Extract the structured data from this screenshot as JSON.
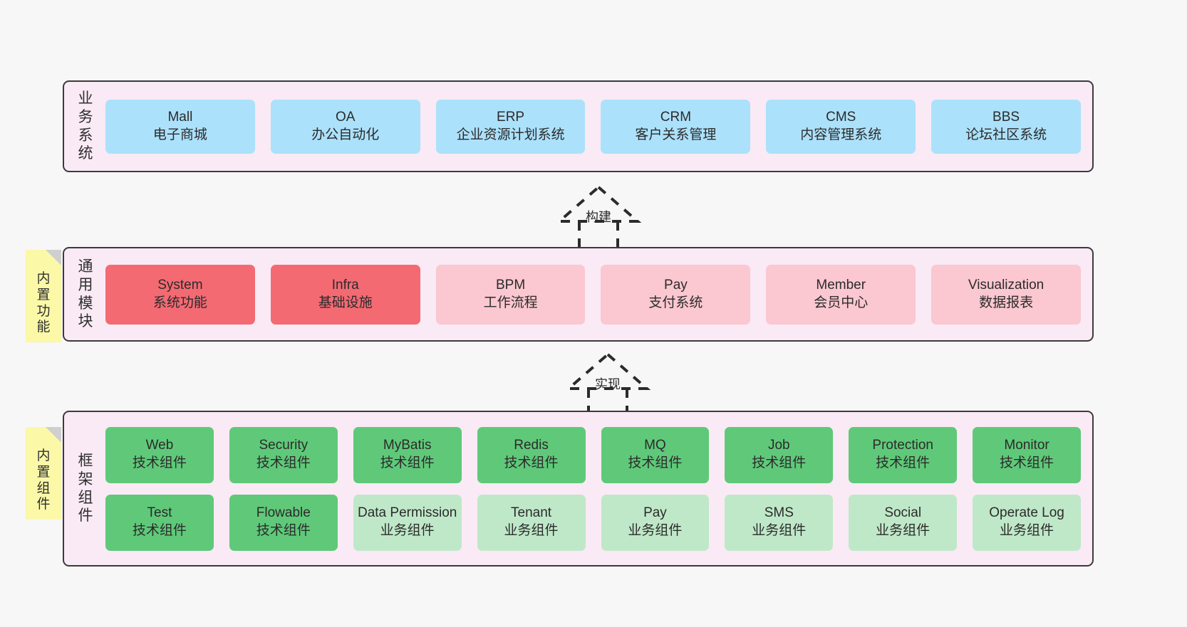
{
  "diagram": {
    "title_layer1": [
      "业",
      "务",
      "系",
      "统"
    ],
    "title_layer2": [
      "通",
      "用",
      "模",
      "块"
    ],
    "title_layer3": [
      "框",
      "架",
      "组",
      "件"
    ],
    "notes": [
      {
        "id": "builtin-function",
        "chars": [
          "内",
          "置",
          "功",
          "能"
        ]
      },
      {
        "id": "builtin-component",
        "chars": [
          "内",
          "置",
          "组",
          "件"
        ]
      }
    ],
    "arrows": [
      {
        "id": "build",
        "label": "构建"
      },
      {
        "id": "implement",
        "label": "实现"
      }
    ],
    "colors": {
      "layer_bg": "#f9eaf5",
      "layer_border": "#3b3b3b",
      "blue": "#ace1fb",
      "red": "#f46a73",
      "pink": "#fbc7d0",
      "green": "#5fc979",
      "light_green": "#bfe8c8",
      "note_yellow": "#fbf8a8",
      "note_fold": "#cfcfcf",
      "page_bg": "#f7f7f7"
    }
  },
  "layer1": {
    "label": "业务系统",
    "nodes": [
      {
        "en": "Mall",
        "cn": "电子商城",
        "color": "blue"
      },
      {
        "en": "OA",
        "cn": "办公自动化",
        "color": "blue"
      },
      {
        "en": "ERP",
        "cn": "企业资源计划系统",
        "color": "blue"
      },
      {
        "en": "CRM",
        "cn": "客户关系管理",
        "color": "blue"
      },
      {
        "en": "CMS",
        "cn": "内容管理系统",
        "color": "blue"
      },
      {
        "en": "BBS",
        "cn": "论坛社区系统",
        "color": "blue"
      }
    ]
  },
  "layer2": {
    "label": "通用模块",
    "nodes": [
      {
        "en": "System",
        "cn": "系统功能",
        "color": "red"
      },
      {
        "en": "Infra",
        "cn": "基础设施",
        "color": "red"
      },
      {
        "en": "BPM",
        "cn": "工作流程",
        "color": "pink"
      },
      {
        "en": "Pay",
        "cn": "支付系统",
        "color": "pink"
      },
      {
        "en": "Member",
        "cn": "会员中心",
        "color": "pink"
      },
      {
        "en": "Visualization",
        "cn": "数据报表",
        "color": "pink"
      }
    ]
  },
  "layer3": {
    "label": "框架组件",
    "nodes_row1": [
      {
        "en": "Web",
        "cn": "技术组件",
        "color": "green"
      },
      {
        "en": "Security",
        "cn": "技术组件",
        "color": "green"
      },
      {
        "en": "MyBatis",
        "cn": "技术组件",
        "color": "green"
      },
      {
        "en": "Redis",
        "cn": "技术组件",
        "color": "green"
      },
      {
        "en": "MQ",
        "cn": "技术组件",
        "color": "green"
      },
      {
        "en": "Job",
        "cn": "技术组件",
        "color": "green"
      },
      {
        "en": "Protection",
        "cn": "技术组件",
        "color": "green"
      },
      {
        "en": "Monitor",
        "cn": "技术组件",
        "color": "green"
      }
    ],
    "nodes_row2": [
      {
        "en": "Test",
        "cn": "技术组件",
        "color": "green"
      },
      {
        "en": "Flowable",
        "cn": "技术组件",
        "color": "green"
      },
      {
        "en": "Data Permission",
        "cn": "业务组件",
        "color": "light_green"
      },
      {
        "en": "Tenant",
        "cn": "业务组件",
        "color": "light_green"
      },
      {
        "en": "Pay",
        "cn": "业务组件",
        "color": "light_green"
      },
      {
        "en": "SMS",
        "cn": "业务组件",
        "color": "light_green"
      },
      {
        "en": "Social",
        "cn": "业务组件",
        "color": "light_green"
      },
      {
        "en": "Operate Log",
        "cn": "业务组件",
        "color": "light_green"
      }
    ]
  }
}
